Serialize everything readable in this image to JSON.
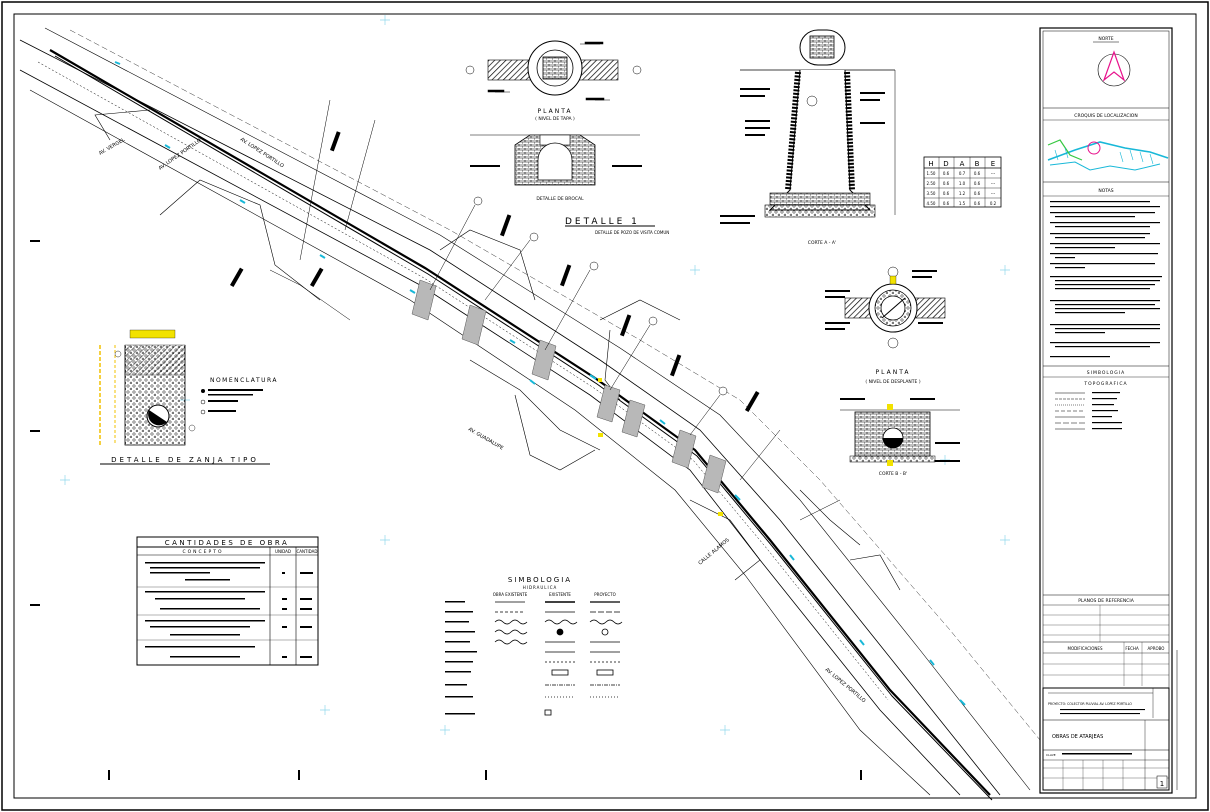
{
  "drawing": {
    "detail_1": {
      "title": "DETALLE 1",
      "subtitle": "DETALLE DE POZO DE VISITA COMUN"
    },
    "planta_tapa": {
      "title": "PLANTA",
      "subtitle": "( NIVEL DE TAPA )"
    },
    "detalle_brocal": "DETALLE DE BROCAL",
    "corte_aa": "CORTE A - A'",
    "corte_bb": "CORTE B - B'",
    "planta_desplante": {
      "title": "PLANTA",
      "subtitle": "( NIVEL DE DESPLANTE )"
    },
    "zanja": {
      "title": "DETALLE DE ZANJA TIPO",
      "nomenclatura": "NOMENCLATURA"
    },
    "table_hdab": {
      "headers": [
        "H",
        "D",
        "A",
        "B",
        "E"
      ],
      "rows": [
        [
          "1.50",
          "0.6",
          "0.7",
          "0.6",
          "---"
        ],
        [
          "2.50",
          "0.6",
          "1.0",
          "0.6",
          "---"
        ],
        [
          "3.50",
          "0.6",
          "1.2",
          "0.6",
          "---"
        ],
        [
          "4.50",
          "0.6",
          "1.5",
          "0.6",
          "0.2"
        ]
      ]
    },
    "cantidades": {
      "title": "CANTIDADES DE OBRA",
      "headers": [
        "CONCEPTO",
        "UNIDAD",
        "CANTIDAD"
      ]
    },
    "simbologia": {
      "title": "SIMBOLOGIA",
      "subtitle": "HIDRAULICA",
      "headers": [
        "OBRA EXISTENTE",
        "EXISTENTE",
        "PROYECTO"
      ]
    },
    "streets": {
      "av_lopez_portillo_1": "AV. LOPEZ PORTILLO",
      "av_lopez_portillo_2": "AV. LOPEZ PORTILLO",
      "av_lopez_portillo_3": "AV. LOPEZ PORTILLO",
      "calle_alamos": "CALLE ALAMOS",
      "av_vergel": "AV. VERGEL",
      "av_guadalupe": "AV. GUADALUPE"
    }
  },
  "title_block": {
    "norte": "NORTE",
    "croquis": "CROQUIS DE LOCALIZACION",
    "notas": "NOTAS",
    "simbologia": "SIMBOLOGIA",
    "topografica": "TOPOGRAFICA",
    "planos": "PLANOS DE REFERENCIA",
    "modificaciones": "MODIFICACIONES",
    "fecha": "FECHA",
    "aprobo": "APROBO",
    "proyecto": "PROYECTO: COLECTOR PLUVIAL AV. LOPEZ PORTILLO",
    "obras": "OBRAS DE ATARJEAS",
    "clave": "CLAVE",
    "sheet_no": "1"
  }
}
